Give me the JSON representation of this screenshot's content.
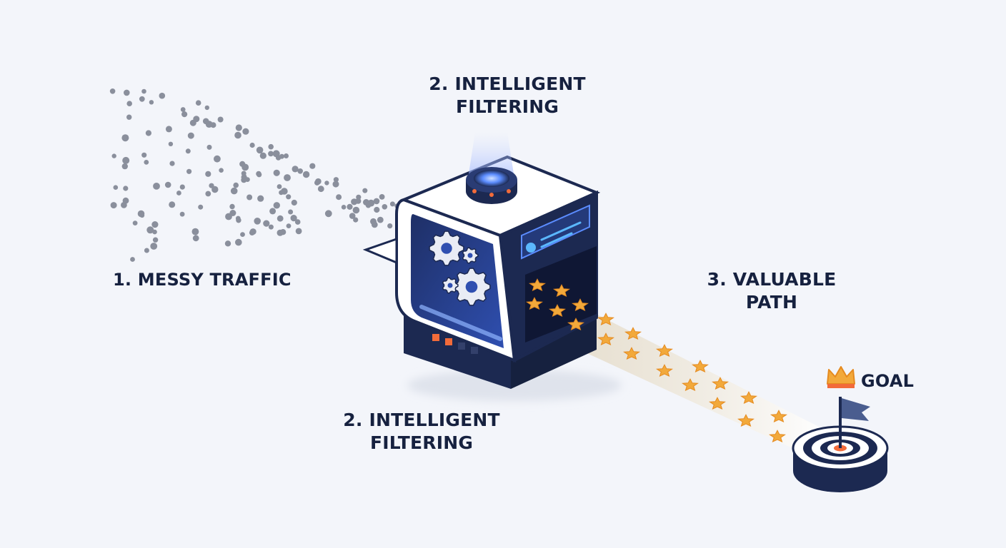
{
  "labels": {
    "messy": "1. MESSY TRAFFIC",
    "filter_top_line1": "2. INTELLIGENT",
    "filter_top_line2": "FILTERING",
    "filter_bottom_line1": "2. INTELLIGENT",
    "filter_bottom_line2": "FILTERING",
    "path_line1": "3. VALUABLE",
    "path_line2": "PATH",
    "goal": "GOAL"
  },
  "colors": {
    "background": "#f3f5fa",
    "navy": "#1c2951",
    "dots": "#8a8f9c",
    "star": "#f2a93b",
    "glow": "#5b8cff",
    "accent_orange": "#f26b3a",
    "text": "#16213f"
  },
  "icons": {
    "machine": "filter-machine-icon",
    "gear": "gear-icon",
    "star": "star-icon",
    "target": "target-icon",
    "flag": "flag-icon",
    "crown": "crown-icon"
  }
}
